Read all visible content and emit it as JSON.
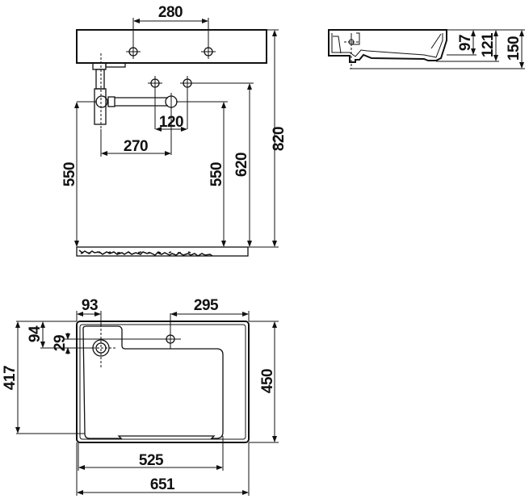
{
  "drawing": {
    "front_view": {
      "dimensions": {
        "tap_hole_spacing": "280",
        "wall_outlet_spacing": "120",
        "trap_offset": "270",
        "trap_height_left": "550",
        "trap_height_right": "550",
        "supply_height": "620",
        "total_height": "820"
      }
    },
    "side_view": {
      "dimensions": {
        "bowl_depth": "97",
        "inner_height": "121",
        "total_depth": "150"
      }
    },
    "top_view": {
      "dimensions": {
        "drain_offset_x": "93",
        "tap_offset_x": "295",
        "drain_offset_y": "94",
        "drain_diameter": "29",
        "inner_depth": "417",
        "outer_depth": "450",
        "inner_width": "525",
        "outer_width": "651"
      }
    }
  }
}
